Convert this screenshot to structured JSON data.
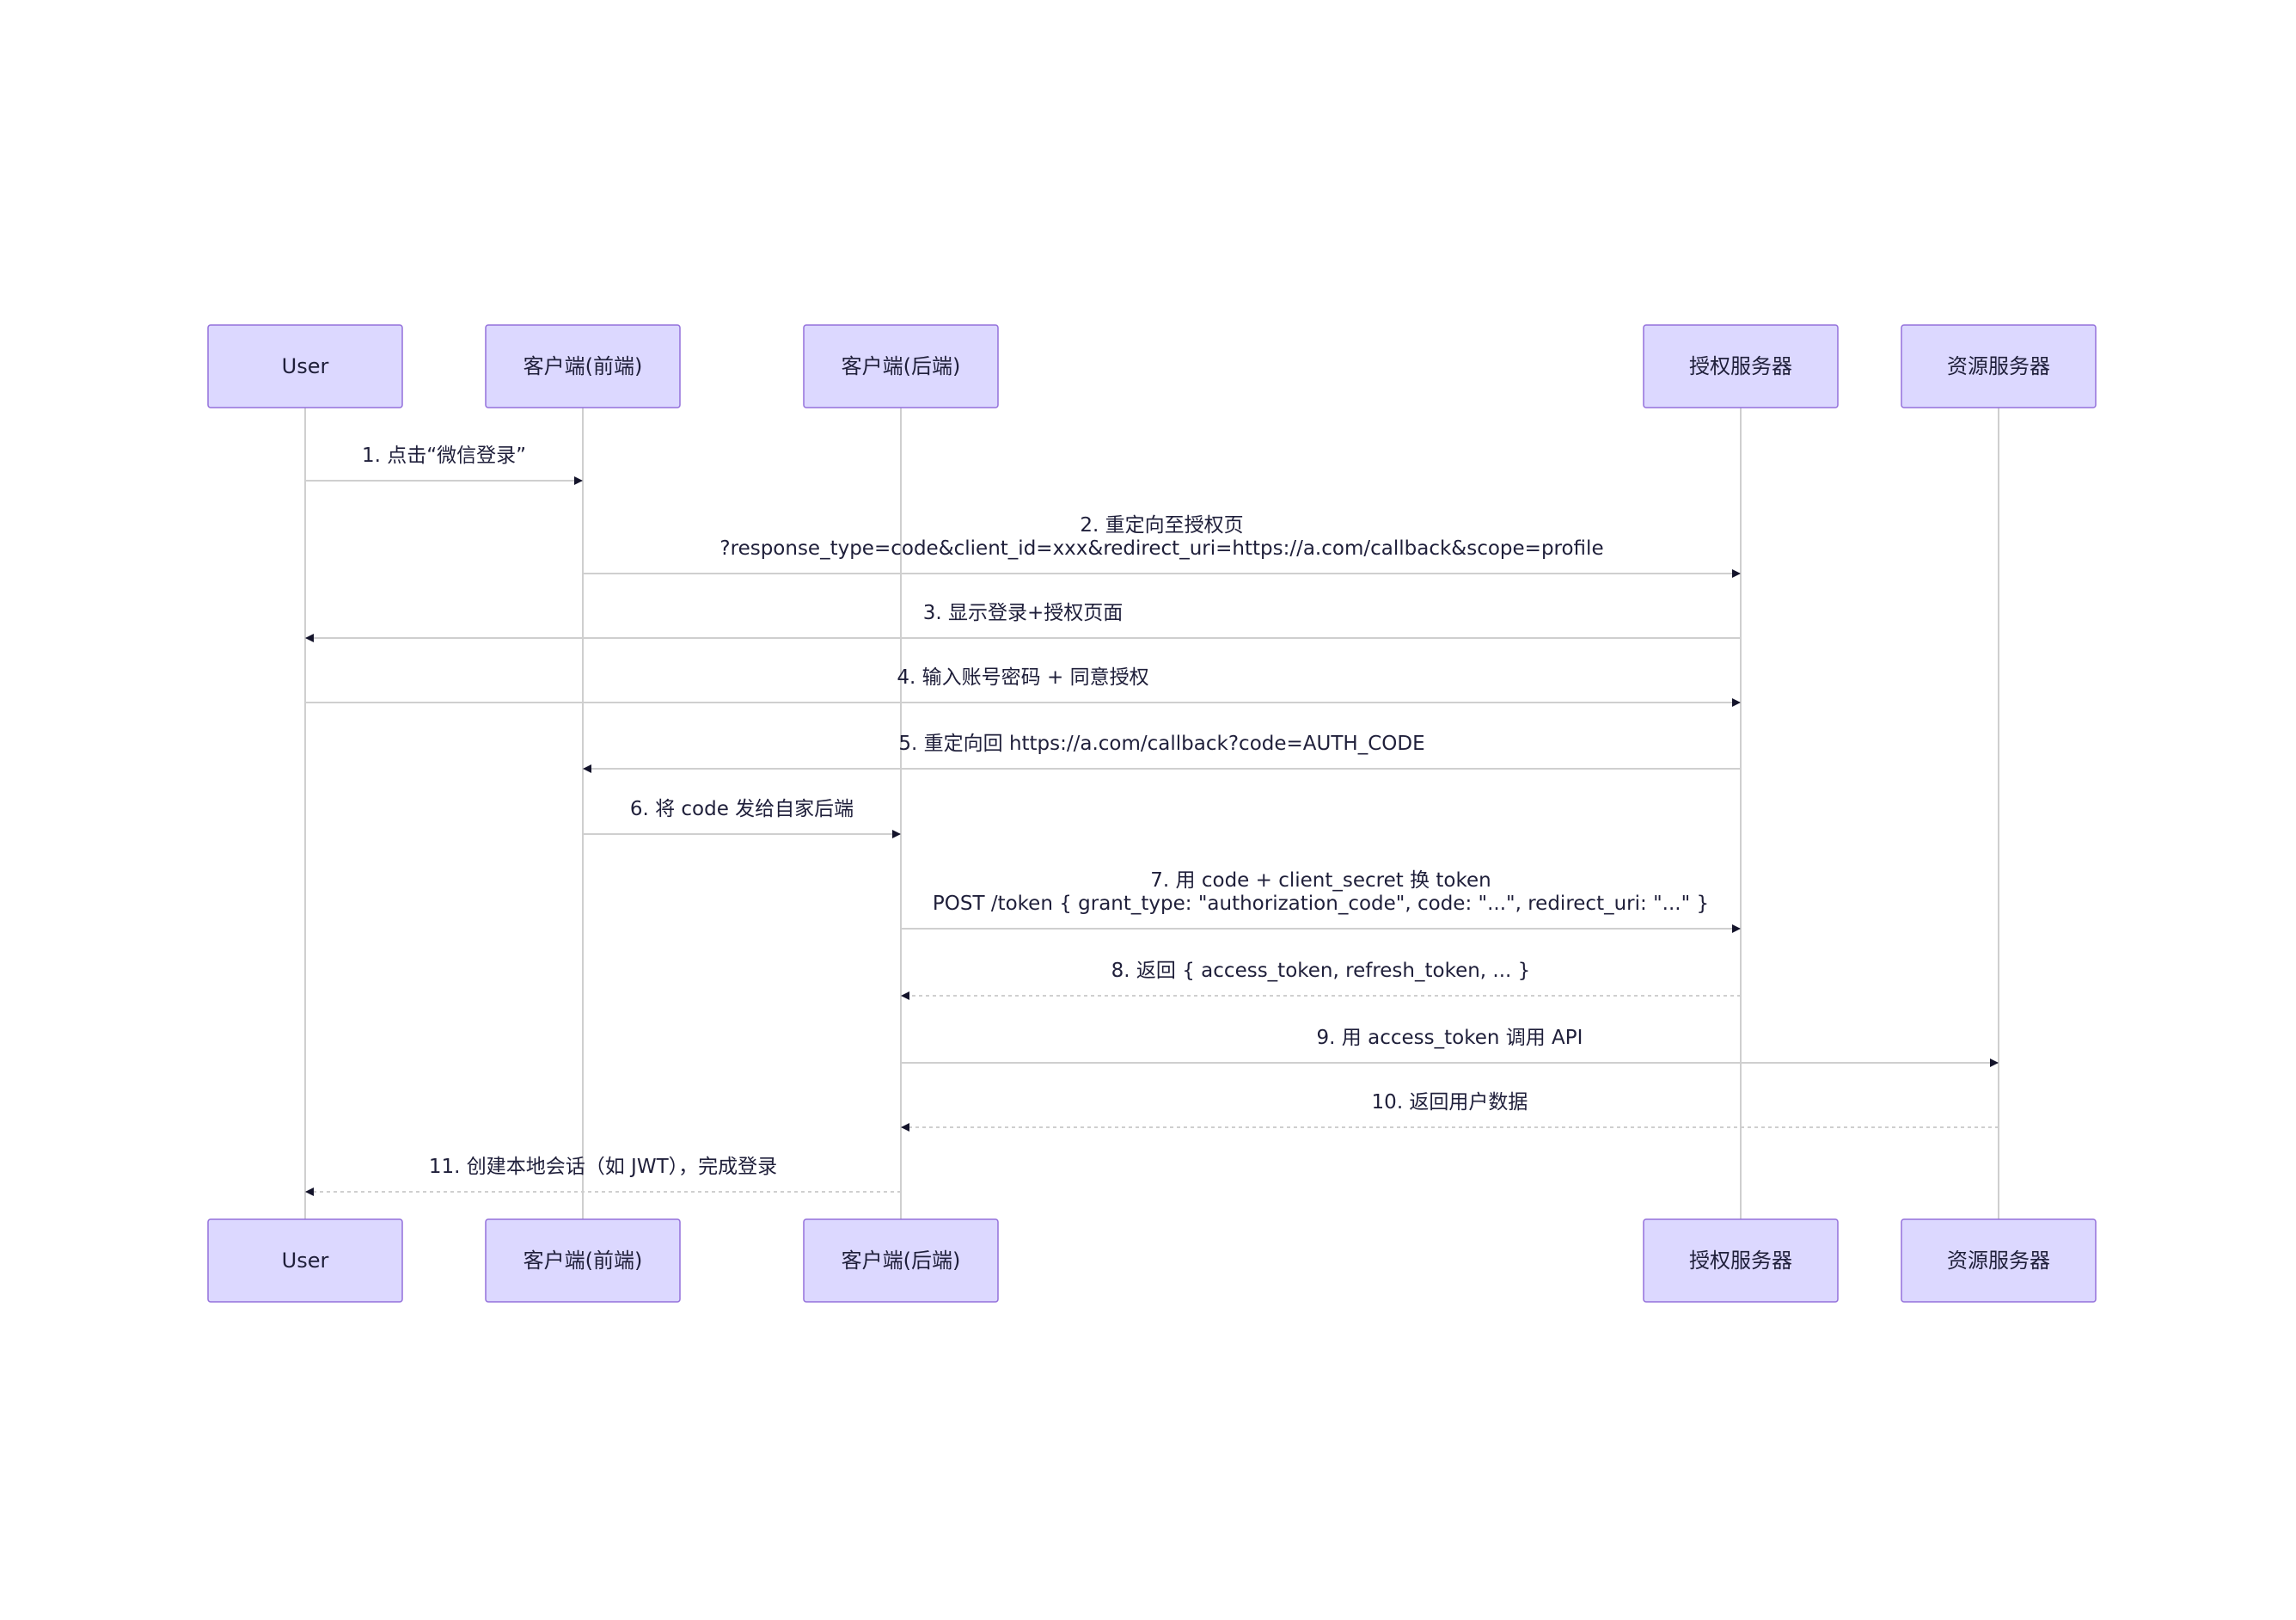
{
  "diagram": {
    "type": "sequence",
    "colors": {
      "actor_fill": "#ECECFF",
      "actor_fill_inner": "#dcd8ff",
      "actor_border": "#9370DB",
      "lifeline": "#cfcfcf",
      "message_line": "#cfcfcf",
      "arrow_head": "#14142b",
      "text": "#1f1f3a"
    },
    "participants": [
      {
        "id": "user",
        "label": "User"
      },
      {
        "id": "frontend",
        "label": "客户端(前端)"
      },
      {
        "id": "backend",
        "label": "客户端(后端)"
      },
      {
        "id": "auth",
        "label": "授权服务器"
      },
      {
        "id": "resource",
        "label": "资源服务器"
      }
    ],
    "messages": [
      {
        "from": "user",
        "to": "frontend",
        "style": "solid",
        "lines": [
          "1. 点击“微信登录”"
        ]
      },
      {
        "from": "frontend",
        "to": "auth",
        "style": "solid",
        "lines": [
          "2. 重定向至授权页",
          "?response_type=code&client_id=xxx&redirect_uri=https://a.com/callback&scope=profile"
        ]
      },
      {
        "from": "auth",
        "to": "user",
        "style": "solid",
        "lines": [
          "3. 显示登录+授权页面"
        ]
      },
      {
        "from": "user",
        "to": "auth",
        "style": "solid",
        "lines": [
          "4. 输入账号密码 + 同意授权"
        ]
      },
      {
        "from": "auth",
        "to": "frontend",
        "style": "solid",
        "lines": [
          "5. 重定向回 https://a.com/callback?code=AUTH_CODE"
        ]
      },
      {
        "from": "frontend",
        "to": "backend",
        "style": "solid",
        "lines": [
          "6. 将 code 发给自家后端"
        ]
      },
      {
        "from": "backend",
        "to": "auth",
        "style": "solid",
        "lines": [
          "7. 用 code + client_secret 换 token",
          "POST /token { grant_type: \"authorization_code\", code: \"...\", redirect_uri: \"...\" }"
        ]
      },
      {
        "from": "auth",
        "to": "backend",
        "style": "dashed",
        "lines": [
          "8. 返回 { access_token, refresh_token, ... }"
        ]
      },
      {
        "from": "backend",
        "to": "resource",
        "style": "solid",
        "lines": [
          "9. 用 access_token 调用 API"
        ]
      },
      {
        "from": "resource",
        "to": "backend",
        "style": "dashed",
        "lines": [
          "10. 返回用户数据"
        ]
      },
      {
        "from": "backend",
        "to": "user",
        "style": "dashed",
        "lines": [
          "11. 创建本地会话（如 JWT），完成登录"
        ]
      }
    ]
  }
}
